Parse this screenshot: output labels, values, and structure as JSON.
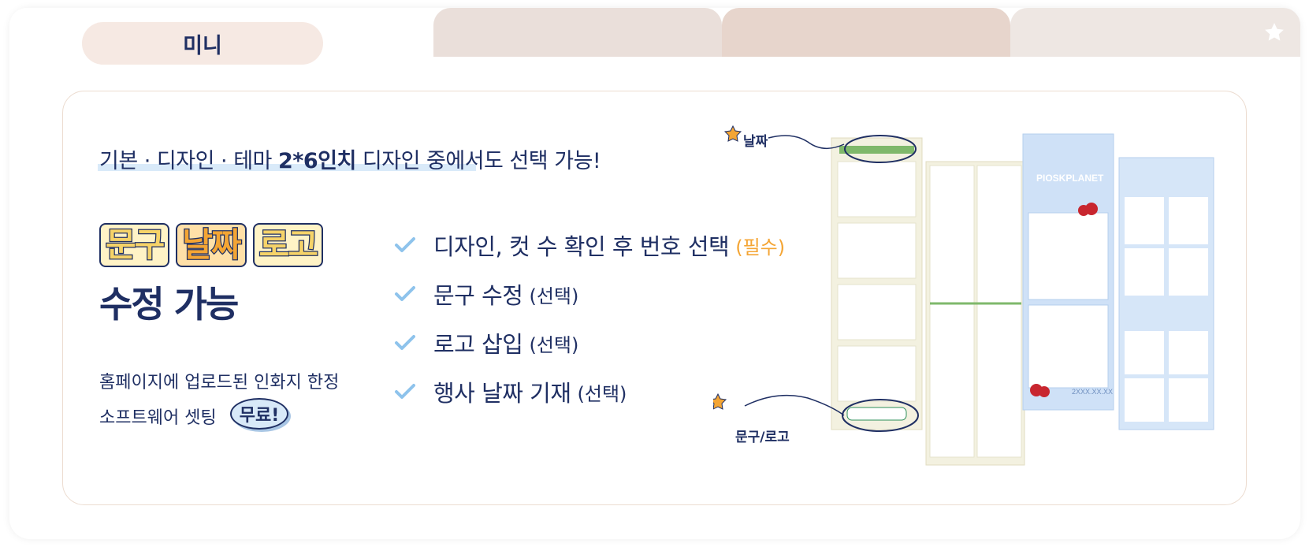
{
  "tabs": [
    {
      "label": "미니",
      "active": true
    },
    {
      "label": "",
      "active": false
    },
    {
      "label": "",
      "active": false
    },
    {
      "label": "",
      "active": false,
      "icon": "star-icon"
    }
  ],
  "headline": {
    "part1": "기본 · 디자인 · 테마 ",
    "bold": "2*6인치",
    "part2": " 디자인 중에서도 선택 가능!"
  },
  "editable": {
    "badges": [
      "문구",
      "날짜",
      "로고"
    ],
    "caption": "수정 가능"
  },
  "promo": {
    "line1": "홈페이지에 업로드된 인화지 한정",
    "line2": "소프트웨어 셋팅",
    "free": "무료!"
  },
  "checklist": [
    {
      "text": "디자인, 컷 수 확인 후 번호 선택",
      "note": "(필수)",
      "required": true
    },
    {
      "text": "문구 수정",
      "note": "(선택)",
      "required": false
    },
    {
      "text": "로고 삽입",
      "note": "(선택)",
      "required": false
    },
    {
      "text": "행사 날짜 기재",
      "note": "(선택)",
      "required": false
    }
  ],
  "frames": {
    "callout_date": "날짜",
    "callout_logo": "문구/로고",
    "date_placeholder": "2XXX.XX.XX",
    "brand": "PIOSKPLANET"
  },
  "colors": {
    "navy": "#1f2f63",
    "accent_orange": "#f4a534",
    "check_blue": "#8ec3ec",
    "tab_beige": "#eadfda"
  }
}
